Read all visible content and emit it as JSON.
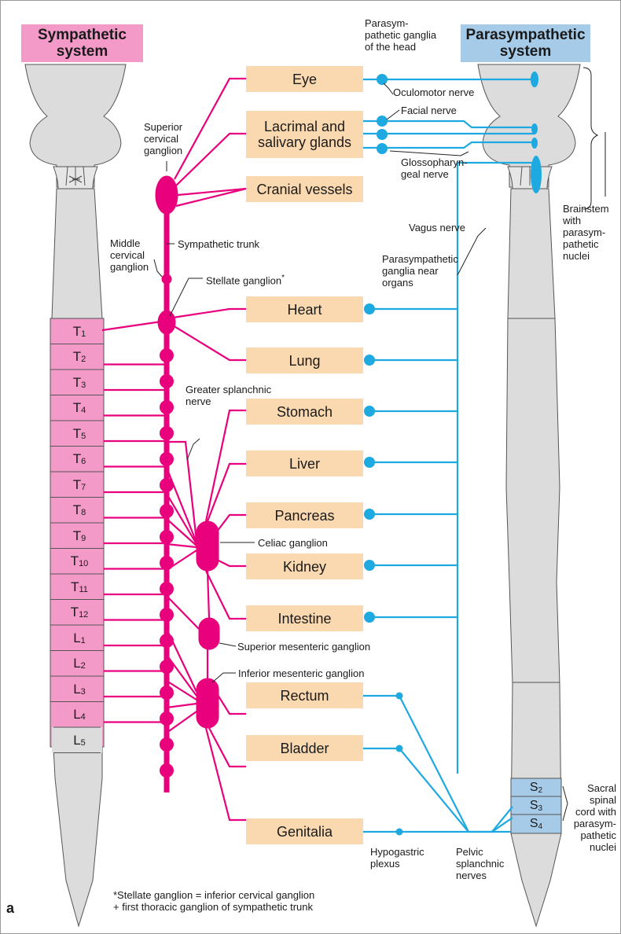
{
  "titles": {
    "sympathetic": [
      "Sympathetic",
      "system"
    ],
    "parasympathetic": [
      "Parasympathetic",
      "system"
    ]
  },
  "colors": {
    "sympathetic": "#e8007d",
    "parasympathetic": "#1ea9e1",
    "sympathetic_title_bg": "#f49ac8",
    "parasympathetic_title_bg": "#a6cbe8",
    "organ_bg": "#fbd9b0",
    "segment_bg": "#f49ac8",
    "sacral_bg": "#a6cbe8",
    "cord_gray": "#dcdcdc"
  },
  "organs": [
    {
      "label": "Eye"
    },
    {
      "label": "Lacrimal and salivary glands"
    },
    {
      "label": "Cranial vessels"
    },
    {
      "label": "Heart"
    },
    {
      "label": "Lung"
    },
    {
      "label": "Stomach"
    },
    {
      "label": "Liver"
    },
    {
      "label": "Pancreas"
    },
    {
      "label": "Kidney"
    },
    {
      "label": "Intestine"
    },
    {
      "label": "Rectum"
    },
    {
      "label": "Bladder"
    },
    {
      "label": "Genitalia"
    }
  ],
  "segments": [
    {
      "letter": "T",
      "num": "1"
    },
    {
      "letter": "T",
      "num": "2"
    },
    {
      "letter": "T",
      "num": "3"
    },
    {
      "letter": "T",
      "num": "4"
    },
    {
      "letter": "T",
      "num": "5"
    },
    {
      "letter": "T",
      "num": "6"
    },
    {
      "letter": "T",
      "num": "7"
    },
    {
      "letter": "T",
      "num": "8"
    },
    {
      "letter": "T",
      "num": "9"
    },
    {
      "letter": "T",
      "num": "10"
    },
    {
      "letter": "T",
      "num": "11"
    },
    {
      "letter": "T",
      "num": "12"
    },
    {
      "letter": "L",
      "num": "1"
    },
    {
      "letter": "L",
      "num": "2"
    },
    {
      "letter": "L",
      "num": "3"
    },
    {
      "letter": "L",
      "num": "4"
    },
    {
      "letter": "L",
      "num": "5"
    }
  ],
  "sacral_segments": [
    {
      "letter": "S",
      "num": "2"
    },
    {
      "letter": "S",
      "num": "3"
    },
    {
      "letter": "S",
      "num": "4"
    }
  ],
  "labels": {
    "superior_cervical": [
      "Superior",
      "cervical",
      "ganglion"
    ],
    "middle_cervical": [
      "Middle",
      "cervical",
      "ganglion"
    ],
    "sympathetic_trunk": "Sympathetic trunk",
    "stellate": "Stellate ganglion",
    "stellate_mark": "*",
    "greater_splanchnic": [
      "Greater splanchnic",
      "nerve"
    ],
    "celiac": "Celiac ganglion",
    "superior_mesenteric": "Superior mesenteric ganglion",
    "inferior_mesenteric": "Inferior mesenteric ganglion",
    "parasym_head": [
      "Parasym-",
      "pathetic ganglia",
      "of the head"
    ],
    "oculomotor": "Oculomotor nerve",
    "facial": "Facial nerve",
    "glossopharyngeal": [
      "Glossopharyn-",
      "geal nerve"
    ],
    "vagus": "Vagus nerve",
    "parasym_organs": [
      "Parasympathetic",
      "ganglia near",
      "organs"
    ],
    "brainstem": [
      "Brainstem",
      "with",
      "parasym-",
      "pathetic",
      "nuclei"
    ],
    "sacral": [
      "Sacral",
      "spinal",
      "cord with",
      "parasym-",
      "pathetic",
      "nuclei"
    ],
    "hypogastric": [
      "Hypogastric",
      "plexus"
    ],
    "pelvic": [
      "Pelvic",
      "splanchnic",
      "nerves"
    ],
    "footnote": [
      "*Stellate ganglion = inferior cervical ganglion",
      "+ first thoracic ganglion of sympathetic trunk"
    ],
    "panel_letter": "a"
  }
}
